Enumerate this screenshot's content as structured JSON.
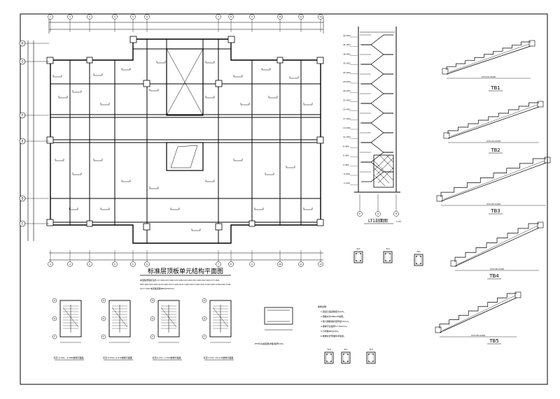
{
  "plan": {
    "title": "标准层顶板单元结构平面图",
    "note_line1": "本层板厚除标注外,h=100,h2=100,h3=100,h4=100,h5=100,h6=100,h7=100,",
    "note_line2": "h8=100,h9=100,h10=100,h11=100,h12=100,h13=100,h14=100,h15=100,h16=100",
    "note_line3": "h17=100,本层板底筋Φ8@200mm",
    "axis_rows": [
      "H",
      "G",
      "F",
      "E",
      "D",
      "C"
    ],
    "axis_cols": [
      "1",
      "2",
      "3",
      "4",
      "5",
      "6",
      "7",
      "8",
      "9",
      "10",
      "11",
      "12"
    ]
  },
  "section": {
    "title": "LT1剖面图",
    "scale": "1:50",
    "level_marks": [
      "44.450",
      "41.450",
      "38.450",
      "35.450",
      "32.450",
      "29.450",
      "26.450",
      "23.450",
      "20.450",
      "17.450",
      "14.450",
      "11.450",
      "8.450",
      "5.450",
      "2.450",
      "-0.050",
      "-1.100"
    ],
    "axis_labels": [
      "F",
      "G",
      "H"
    ]
  },
  "stairs": [
    {
      "label": "TB1",
      "dim": "270×9=2430"
    },
    {
      "label": "TB2",
      "dim": "270×9=2430"
    },
    {
      "label": "TB3",
      "dim": "270×8=2160"
    },
    {
      "label": "TB4",
      "dim": "270×8=2160"
    },
    {
      "label": "TB5",
      "dim": "270×8=2160"
    }
  ],
  "stair_plans": [
    {
      "caption": "标高-2.230~-0.050楼梯平面图"
    },
    {
      "caption": "标高-0.050~4.570楼梯平面图"
    },
    {
      "caption": "标高4.170~7.570楼梯平面图"
    },
    {
      "caption": "标高7.570~55.170楼梯平面图"
    }
  ],
  "details": {
    "beam_labels": [
      "TL1",
      "TL2",
      "TL3",
      "TZ1"
    ],
    "notes_title": "楼梯说明:",
    "notes": [
      "1.混凝土强度等级为C25。",
      "2.钢筋Φ为HPB235级钢。",
      "3.受力钢筋保护层厚度15mm。",
      "4.楼梯平台板厚h=100mm。",
      "5.分布筋Φ6@250。",
      "6.楼梯栏杆预埋件详建施。"
    ],
    "slab_caption": "PTB平台板配筋详图(板厚100)"
  },
  "colors": {
    "line": "#000000",
    "background": "#ffffff"
  }
}
